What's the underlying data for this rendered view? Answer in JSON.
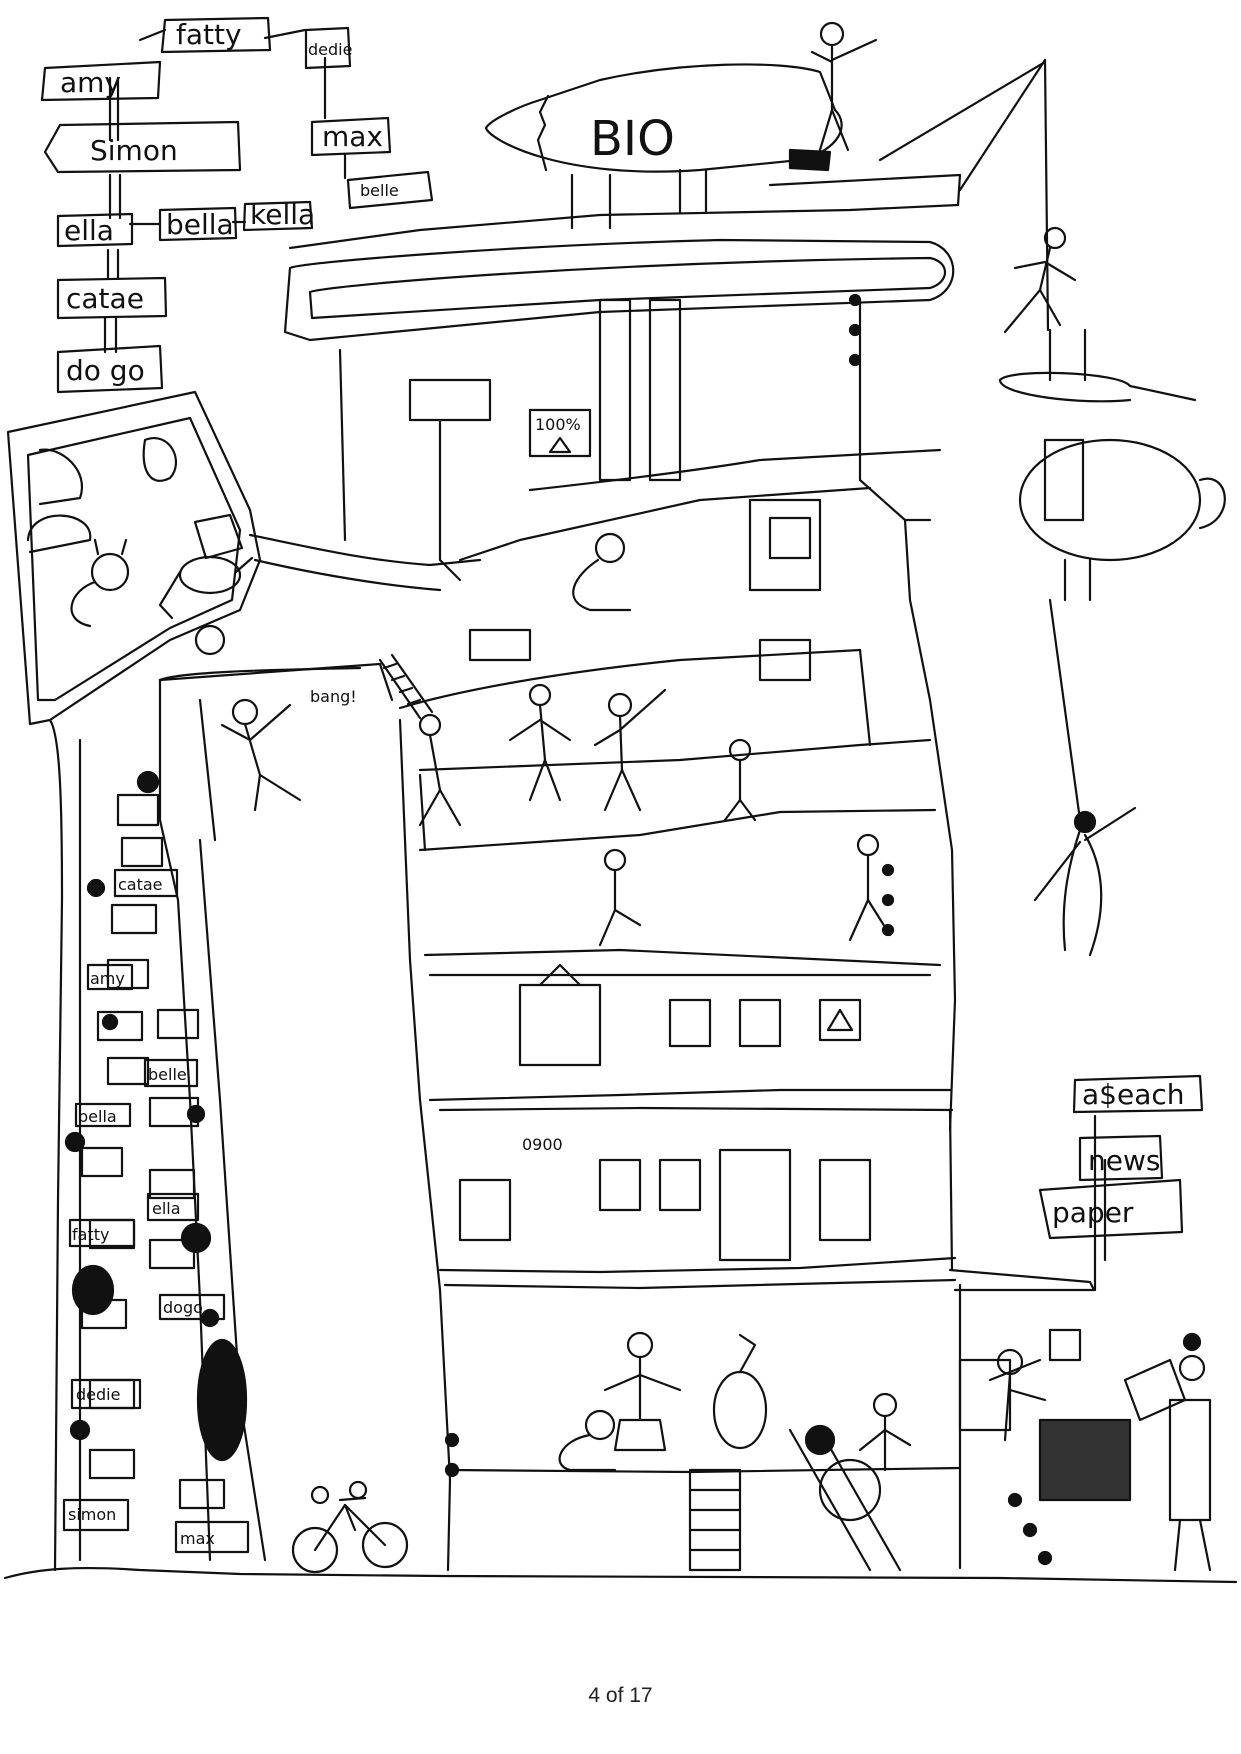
{
  "page": {
    "number_text": "4 of 17"
  },
  "signs": {
    "fatty": "fatty",
    "amy": "amy",
    "dedie": "dedie",
    "simon": "Simon",
    "max": "max",
    "belle": "belle",
    "ella": "ella",
    "bella": "bella",
    "kella": "kella",
    "catae": "catae",
    "dogo": "do go",
    "blimp": "BIO"
  },
  "interior_labels": {
    "percent": "100%",
    "bang": "bang!",
    "code": "0900",
    "catae": "catae",
    "amy": "amy",
    "belle": "belle",
    "bella": "bella",
    "ella": "ella",
    "fatty": "fatty",
    "dogo": "dogo",
    "dedie": "dedie",
    "simon": "simon",
    "max": "max"
  },
  "shop_sign": {
    "price": "a$each",
    "line1": "news",
    "line2": "paper"
  },
  "icons": [
    "bicycle-icon",
    "blimp-icon",
    "stick-figure-icon",
    "cat-icon",
    "dog-icon"
  ]
}
